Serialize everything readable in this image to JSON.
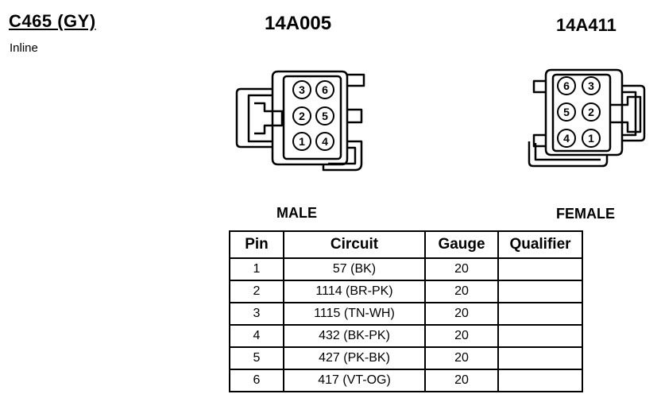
{
  "header": {
    "connector_id": "C465 (GY)",
    "connector_type": "Inline"
  },
  "connectors": {
    "male": {
      "part_number": "14A005",
      "label": "MALE",
      "pins_grid": [
        [
          "3",
          "6"
        ],
        [
          "2",
          "5"
        ],
        [
          "1",
          "4"
        ]
      ]
    },
    "female": {
      "part_number": "14A411",
      "label": "FEMALE",
      "pins_grid": [
        [
          "6",
          "3"
        ],
        [
          "5",
          "2"
        ],
        [
          "4",
          "1"
        ]
      ]
    }
  },
  "table": {
    "headers": [
      "Pin",
      "Circuit",
      "Gauge",
      "Qualifier"
    ],
    "rows": [
      {
        "pin": "1",
        "circuit": "57 (BK)",
        "gauge": "20",
        "qualifier": ""
      },
      {
        "pin": "2",
        "circuit": "1114 (BR-PK)",
        "gauge": "20",
        "qualifier": ""
      },
      {
        "pin": "3",
        "circuit": "1115 (TN-WH)",
        "gauge": "20",
        "qualifier": ""
      },
      {
        "pin": "4",
        "circuit": "432 (BK-PK)",
        "gauge": "20",
        "qualifier": ""
      },
      {
        "pin": "5",
        "circuit": "427 (PK-BK)",
        "gauge": "20",
        "qualifier": ""
      },
      {
        "pin": "6",
        "circuit": "417 (VT-OG)",
        "gauge": "20",
        "qualifier": ""
      }
    ]
  }
}
